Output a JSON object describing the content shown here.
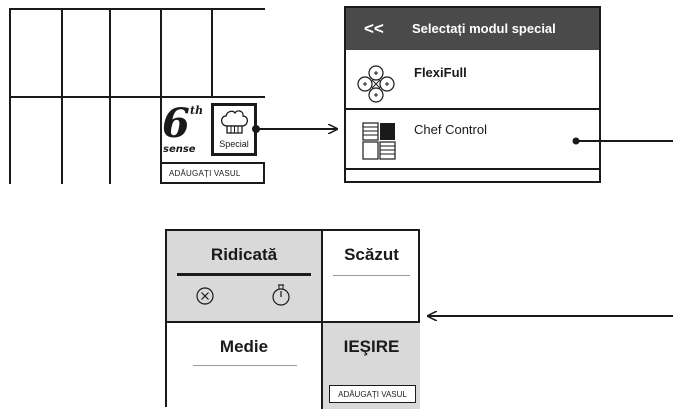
{
  "screen1": {
    "sixth_sense": {
      "number": "6",
      "superscript": "th",
      "word": "sense"
    },
    "special_label": "Special",
    "add_dish": "ADĂUGAȚI VASUL"
  },
  "screen2": {
    "back_symbol": "<<",
    "title": "Selectați modul special",
    "items": [
      {
        "label": "FlexiFull",
        "icon": "flexi-zone-icon"
      },
      {
        "label": "Chef Control",
        "icon": "chef-control-icon"
      }
    ],
    "header_color": "#4a4a4a"
  },
  "screen3": {
    "levels": [
      "Ridicată",
      "Scăzut",
      "Medie"
    ],
    "exit_label": "IEŞIRE",
    "add_dish": "ADĂUGAȚI VASUL",
    "selected_color": "#d9d9d9"
  }
}
